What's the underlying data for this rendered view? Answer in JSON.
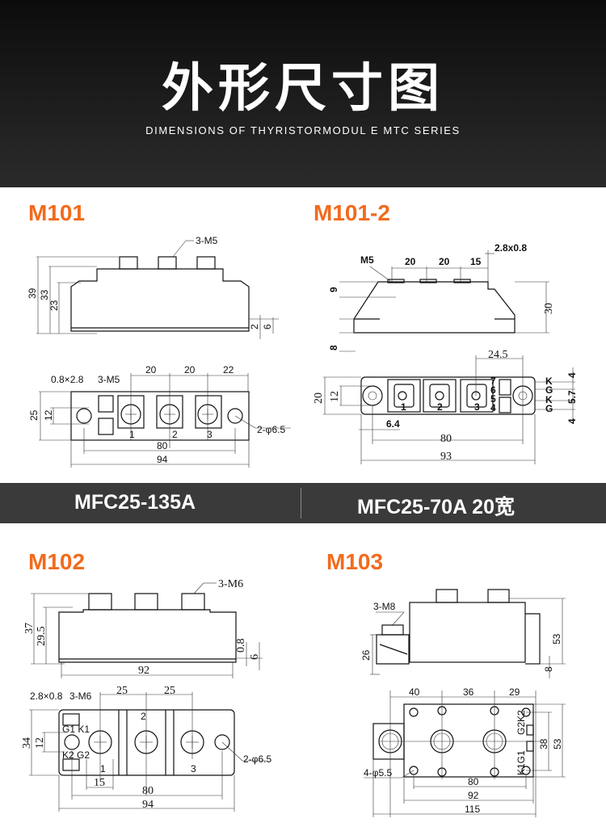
{
  "header": {
    "title": "外形尺寸图",
    "subtitle": "DIMENSIONS OF THYRISTORMODUL E MTC SERIES"
  },
  "band": {
    "left": "MFC25-135A",
    "right": "MFC25-70A 20宽"
  },
  "colors": {
    "accent": "#f26b1d",
    "header_bg": "#1a1a1a",
    "band_bg": "#3a3a3a"
  },
  "m101": {
    "label": "M101",
    "side": [
      "3-M5",
      "39",
      "33",
      "23",
      "2",
      "6"
    ],
    "top": [
      "0.8×2.8",
      "3-M5",
      "20",
      "20",
      "22",
      "25",
      "12",
      "2-φ6.5",
      "80",
      "94"
    ],
    "pins": [
      "1",
      "2",
      "3"
    ]
  },
  "m101_2": {
    "label": "M101-2",
    "side": [
      "M5",
      "20",
      "20",
      "15",
      "2.8x0.8",
      "9",
      "8",
      "30"
    ],
    "top": [
      "24.5",
      "20",
      "12",
      "6.4",
      "80",
      "93",
      "4",
      "5.7",
      "4"
    ],
    "pins": [
      "1",
      "2",
      "3"
    ],
    "aux_pins": [
      "7",
      "6",
      "5",
      "4"
    ],
    "aux_labels": [
      "K",
      "G",
      "K",
      "G"
    ]
  },
  "m102": {
    "label": "M102",
    "side": [
      "3-M6",
      "37",
      "29.5",
      "0.8",
      "6",
      "92"
    ],
    "top": [
      "2.8×0.8",
      "3-M6",
      "25",
      "25",
      "34",
      "12",
      "2-φ6.5",
      "15",
      "80",
      "94"
    ],
    "aux_labels": [
      "G1 K1",
      "K2 G2"
    ],
    "pins": [
      "1",
      "2",
      "3"
    ]
  },
  "m103": {
    "label": "M103",
    "side": [
      "3-M8",
      "26",
      "53",
      "8"
    ],
    "top": [
      "40",
      "36",
      "29",
      "38",
      "53",
      "4-φ5.5",
      "80",
      "92",
      "115"
    ],
    "aux_labels": [
      "G2K2",
      "K1G1"
    ]
  }
}
